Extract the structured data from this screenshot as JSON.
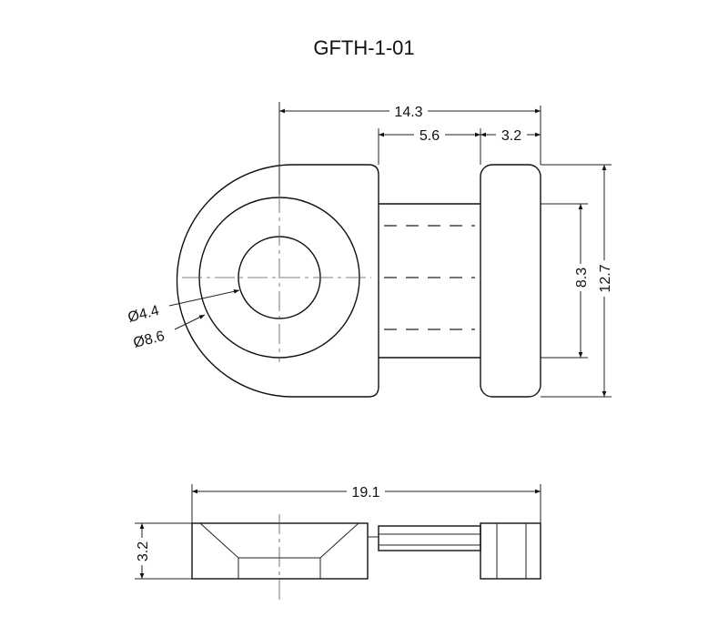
{
  "title": "GFTH-1-01",
  "dimensions": {
    "overall_length_top": "14.3",
    "slot_width": "5.6",
    "rear_width": "3.2",
    "inner_height": "8.3",
    "overall_height": "12.7",
    "inner_diameter": "Ø4.4",
    "outer_diameter": "Ø8.6",
    "overall_length_side": "19.1",
    "thickness": "3.2"
  }
}
